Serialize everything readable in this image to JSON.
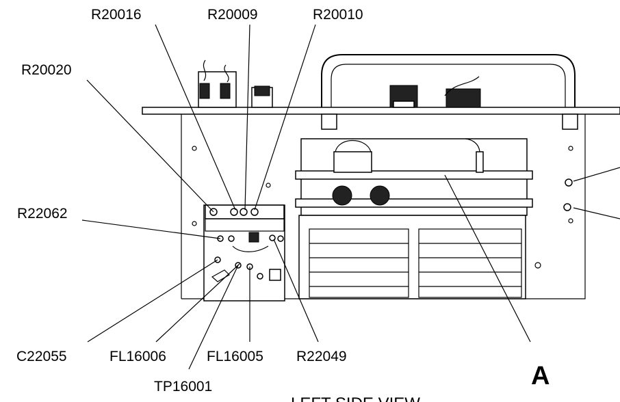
{
  "callouts": {
    "r20016": "R20016",
    "r20009": "R20009",
    "r20010": "R20010",
    "r20020": "R20020",
    "r22062": "R22062",
    "c22055": "C22055",
    "fl16006": "FL16006",
    "fl16005": "FL16005",
    "r22049": "R22049",
    "tp16001": "TP16001",
    "a": "A"
  },
  "view_title": "LEFT SIDE VIEW"
}
